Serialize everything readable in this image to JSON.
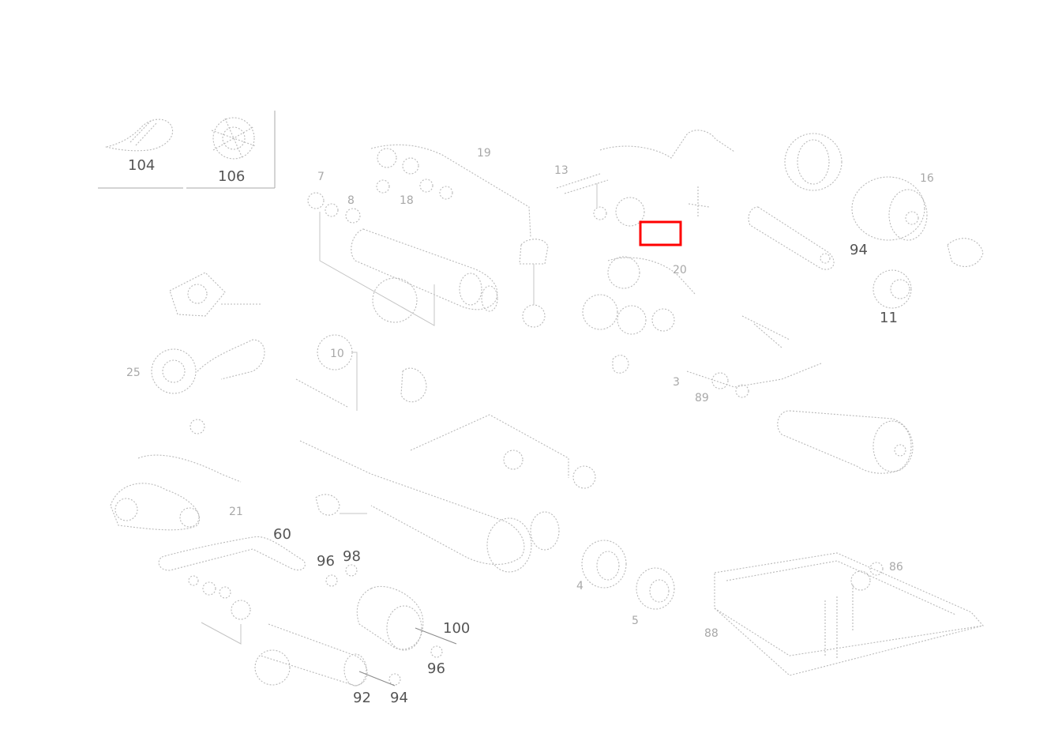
{
  "inset": {
    "labels": [
      "104",
      "106"
    ]
  },
  "callouts": {
    "c60": "60",
    "c96a": "96",
    "c98": "98",
    "c100": "100",
    "c96b": "96",
    "c92": "92",
    "c94a": "94",
    "c94b": "94",
    "c11": "11",
    "c16": "16",
    "c21": "21",
    "c19": "19",
    "c13": "13",
    "c25": "25",
    "c10": "10",
    "c7": "7",
    "c8": "8",
    "c18": "18",
    "c20": "20",
    "c88": "88",
    "c89": "89",
    "c86": "86",
    "c4": "4",
    "c5": "5",
    "c3": "3"
  },
  "highlight_color": "#ff0000"
}
